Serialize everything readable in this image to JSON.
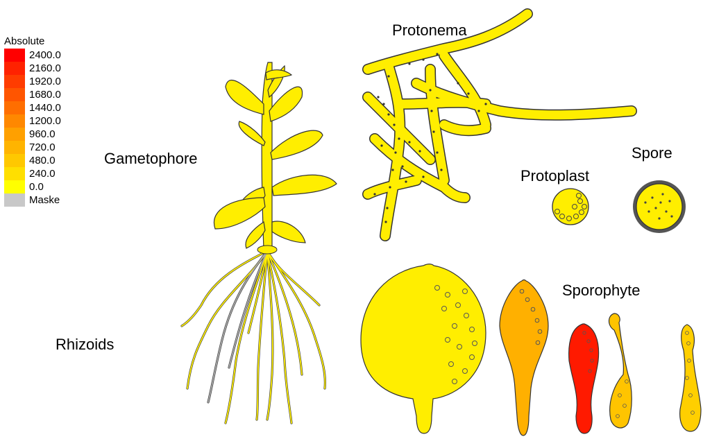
{
  "legend": {
    "title": "Absolute",
    "entries": [
      {
        "label": "2400.0",
        "color": "#ff0000"
      },
      {
        "label": "2160.0",
        "color": "#ff2200"
      },
      {
        "label": "1920.0",
        "color": "#ff3c00"
      },
      {
        "label": "1680.0",
        "color": "#ff5500"
      },
      {
        "label": "1440.0",
        "color": "#ff6e00"
      },
      {
        "label": "1200.0",
        "color": "#ff8800"
      },
      {
        "label": "960.0",
        "color": "#ffa000"
      },
      {
        "label": "720.0",
        "color": "#ffb400"
      },
      {
        "label": "480.0",
        "color": "#ffc800"
      },
      {
        "label": "240.0",
        "color": "#ffdf00"
      },
      {
        "label": "0.0",
        "color": "#ffff00"
      },
      {
        "label": "Maske",
        "color": "#c8c8c8"
      }
    ]
  },
  "labels": {
    "gametophore": "Gametophore",
    "protonema": "Protonema",
    "protoplast": "Protoplast",
    "spore": "Spore",
    "sporophyte": "Sporophyte",
    "rhizoids": "Rhizoids"
  },
  "colors": {
    "outline": "#333333",
    "yellow": "#ffee00",
    "orange": "#ffb000",
    "red": "#ff1a00",
    "mid_orange": "#ffc400",
    "masked": "#a8a8a8"
  }
}
